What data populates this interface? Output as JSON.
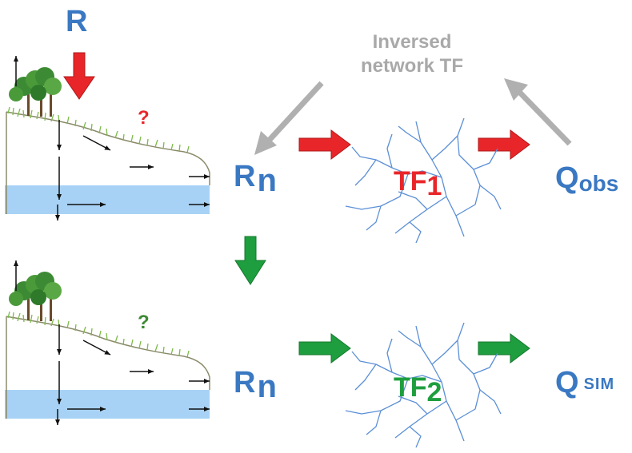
{
  "labels": {
    "rainfall": "R",
    "inversed_tf_line1": "Inversed",
    "inversed_tf_line2": "network TF",
    "question_top": "?",
    "question_bottom": "?",
    "rn_top_main": "R",
    "rn_top_sub": "n",
    "rn_bottom_main": "R",
    "rn_bottom_sub": "n",
    "tf1_main": "TF",
    "tf1_sub": "1",
    "tf2_main": "TF",
    "tf2_sub": "2",
    "qobs_main": "Q",
    "qobs_sub": "obs",
    "qsim_main": "Q",
    "qsim_sub": "SIM"
  },
  "colors": {
    "label_blue": "#3a78c2",
    "arrow_red": "#e8262a",
    "arrow_green": "#1e9e3e",
    "arrow_grey": "#b0b0b0",
    "water": "#a8d2f5",
    "river": "#5b8fd6",
    "vegetation": "#7dbb4a",
    "tree": "#3d8a34"
  },
  "icons": [
    "tree-icon",
    "grass-icon",
    "river-network-icon",
    "hillslope-icon"
  ]
}
